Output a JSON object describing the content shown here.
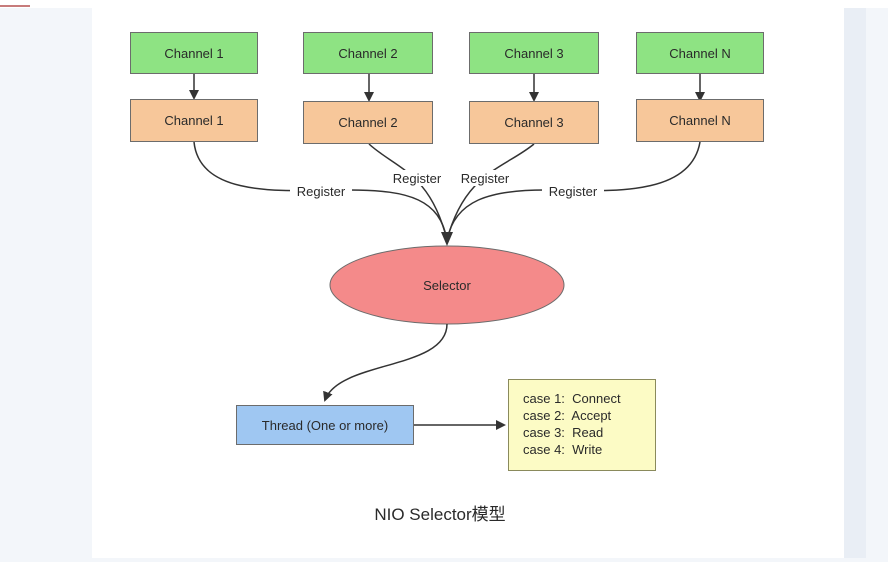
{
  "diagram": {
    "channels_top": [
      "Channel 1",
      "Channel 2",
      "Channel 3",
      "Channel N"
    ],
    "channels_bottom": [
      "Channel 1",
      "Channel 2",
      "Channel 3",
      "Channel N"
    ],
    "register_labels": [
      "Register",
      "Register",
      "Register",
      "Register"
    ],
    "selector_label": "Selector",
    "thread_label": "Thread (One or more)",
    "cases": [
      "case 1:  Connect",
      "case 2:  Accept",
      "case 3:  Read",
      "case 4:  Write"
    ],
    "caption": "NIO Selector模型"
  },
  "colors": {
    "channel_top": "#8ee383",
    "channel_bottom": "#f7c79a",
    "selector": "#f48a8a",
    "thread": "#9fc7f2",
    "cases": "#fcfbc5"
  }
}
